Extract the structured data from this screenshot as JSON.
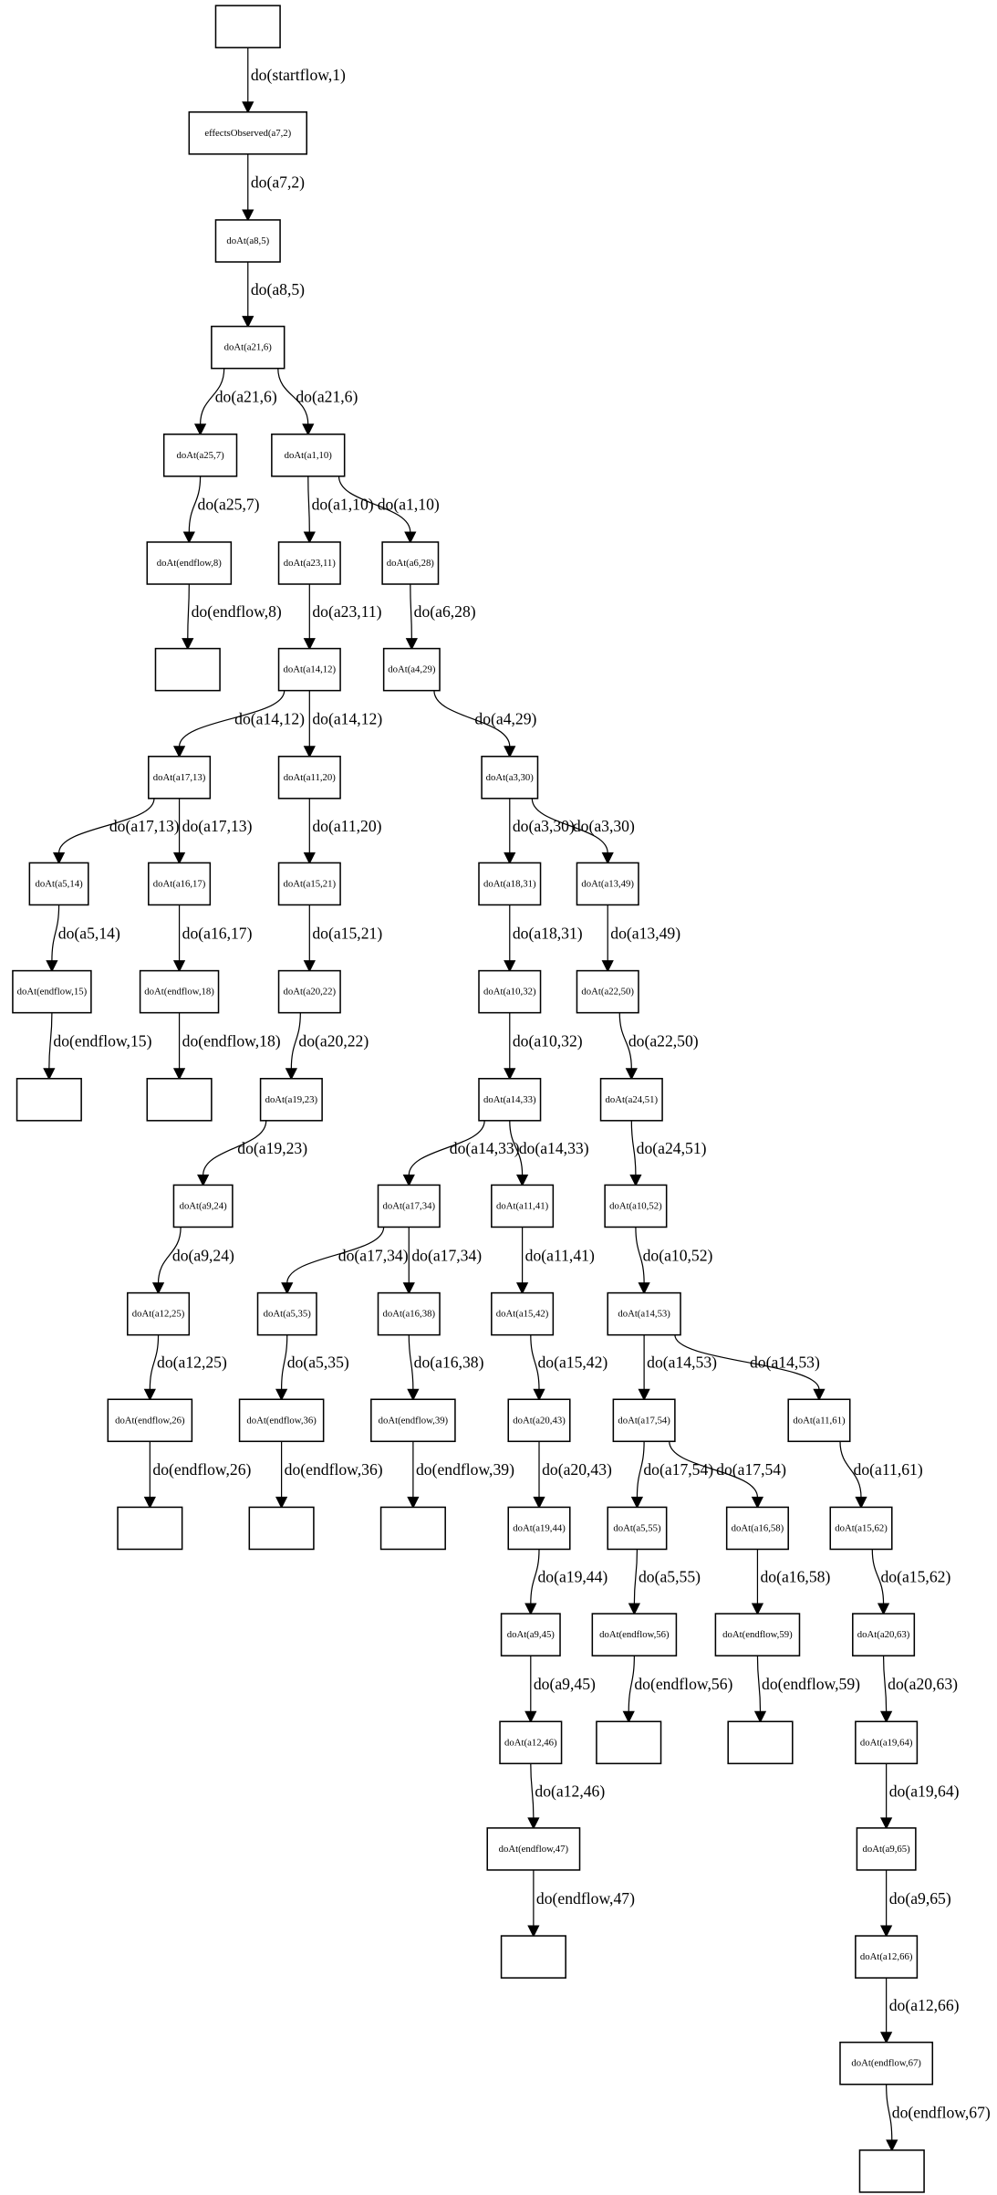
{
  "graph": {
    "nodes": [
      {
        "id": "n0",
        "label": ""
      },
      {
        "id": "n1",
        "label": "effectsObserved(a7,2)"
      },
      {
        "id": "n2",
        "label": "doAt(a8,5)"
      },
      {
        "id": "n3",
        "label": "doAt(a21,6)"
      },
      {
        "id": "n4",
        "label": "doAt(a25,7)"
      },
      {
        "id": "n5",
        "label": "doAt(a1,10)"
      },
      {
        "id": "n6",
        "label": "doAt(endflow,8)"
      },
      {
        "id": "n7",
        "label": "doAt(a23,11)"
      },
      {
        "id": "n8",
        "label": "doAt(a6,28)"
      },
      {
        "id": "n9",
        "label": ""
      },
      {
        "id": "n10",
        "label": "doAt(a14,12)"
      },
      {
        "id": "n11",
        "label": "doAt(a4,29)"
      },
      {
        "id": "n12",
        "label": "doAt(a17,13)"
      },
      {
        "id": "n13",
        "label": "doAt(a11,20)"
      },
      {
        "id": "n14",
        "label": "doAt(a3,30)"
      },
      {
        "id": "n15",
        "label": "doAt(a5,14)"
      },
      {
        "id": "n16",
        "label": "doAt(a16,17)"
      },
      {
        "id": "n17",
        "label": "doAt(a15,21)"
      },
      {
        "id": "n18",
        "label": "doAt(a18,31)"
      },
      {
        "id": "n19",
        "label": "doAt(a13,49)"
      },
      {
        "id": "n20",
        "label": "doAt(endflow,15)"
      },
      {
        "id": "n21",
        "label": "doAt(endflow,18)"
      },
      {
        "id": "n22",
        "label": "doAt(a20,22)"
      },
      {
        "id": "n23",
        "label": "doAt(a10,32)"
      },
      {
        "id": "n24",
        "label": "doAt(a22,50)"
      },
      {
        "id": "n25",
        "label": ""
      },
      {
        "id": "n26",
        "label": ""
      },
      {
        "id": "n27",
        "label": "doAt(a19,23)"
      },
      {
        "id": "n28",
        "label": "doAt(a14,33)"
      },
      {
        "id": "n29",
        "label": "doAt(a24,51)"
      },
      {
        "id": "n30",
        "label": "doAt(a9,24)"
      },
      {
        "id": "n31",
        "label": "doAt(a17,34)"
      },
      {
        "id": "n32",
        "label": "doAt(a11,41)"
      },
      {
        "id": "n33",
        "label": "doAt(a10,52)"
      },
      {
        "id": "n34",
        "label": "doAt(a12,25)"
      },
      {
        "id": "n35",
        "label": "doAt(a5,35)"
      },
      {
        "id": "n36",
        "label": "doAt(a16,38)"
      },
      {
        "id": "n37",
        "label": "doAt(a15,42)"
      },
      {
        "id": "n38",
        "label": "doAt(a14,53)"
      },
      {
        "id": "n39",
        "label": "doAt(endflow,26)"
      },
      {
        "id": "n40",
        "label": "doAt(endflow,36)"
      },
      {
        "id": "n41",
        "label": "doAt(endflow,39)"
      },
      {
        "id": "n42",
        "label": "doAt(a20,43)"
      },
      {
        "id": "n43",
        "label": "doAt(a17,54)"
      },
      {
        "id": "n44",
        "label": "doAt(a11,61)"
      },
      {
        "id": "n45",
        "label": ""
      },
      {
        "id": "n46",
        "label": ""
      },
      {
        "id": "n47",
        "label": ""
      },
      {
        "id": "n48",
        "label": "doAt(a19,44)"
      },
      {
        "id": "n49",
        "label": "doAt(a5,55)"
      },
      {
        "id": "n50",
        "label": "doAt(a16,58)"
      },
      {
        "id": "n51",
        "label": "doAt(a15,62)"
      },
      {
        "id": "n52",
        "label": "doAt(a9,45)"
      },
      {
        "id": "n53",
        "label": "doAt(endflow,56)"
      },
      {
        "id": "n54",
        "label": "doAt(endflow,59)"
      },
      {
        "id": "n55",
        "label": "doAt(a20,63)"
      },
      {
        "id": "n56",
        "label": "doAt(a12,46)"
      },
      {
        "id": "n57",
        "label": ""
      },
      {
        "id": "n58",
        "label": ""
      },
      {
        "id": "n59",
        "label": "doAt(a19,64)"
      },
      {
        "id": "n60",
        "label": "doAt(endflow,47)"
      },
      {
        "id": "n61",
        "label": "doAt(a9,65)"
      },
      {
        "id": "n62",
        "label": ""
      },
      {
        "id": "n63",
        "label": "doAt(a12,66)"
      },
      {
        "id": "n64",
        "label": "doAt(endflow,67)"
      },
      {
        "id": "n65",
        "label": ""
      }
    ],
    "edges": [
      {
        "from": "n0",
        "to": "n1",
        "label": "do(startflow,1)"
      },
      {
        "from": "n1",
        "to": "n2",
        "label": "do(a7,2)"
      },
      {
        "from": "n2",
        "to": "n3",
        "label": "do(a8,5)"
      },
      {
        "from": "n3",
        "to": "n4",
        "label": "do(a21,6)"
      },
      {
        "from": "n3",
        "to": "n5",
        "label": "do(a21,6)"
      },
      {
        "from": "n4",
        "to": "n6",
        "label": "do(a25,7)"
      },
      {
        "from": "n5",
        "to": "n7",
        "label": "do(a1,10)"
      },
      {
        "from": "n5",
        "to": "n8",
        "label": "do(a1,10)"
      },
      {
        "from": "n6",
        "to": "n9",
        "label": "do(endflow,8)"
      },
      {
        "from": "n7",
        "to": "n10",
        "label": "do(a23,11)"
      },
      {
        "from": "n8",
        "to": "n11",
        "label": "do(a6,28)"
      },
      {
        "from": "n10",
        "to": "n12",
        "label": "do(a14,12)"
      },
      {
        "from": "n10",
        "to": "n13",
        "label": "do(a14,12)"
      },
      {
        "from": "n11",
        "to": "n14",
        "label": "do(a4,29)"
      },
      {
        "from": "n12",
        "to": "n15",
        "label": "do(a17,13)"
      },
      {
        "from": "n12",
        "to": "n16",
        "label": "do(a17,13)"
      },
      {
        "from": "n13",
        "to": "n17",
        "label": "do(a11,20)"
      },
      {
        "from": "n14",
        "to": "n18",
        "label": "do(a3,30)"
      },
      {
        "from": "n14",
        "to": "n19",
        "label": "do(a3,30)"
      },
      {
        "from": "n15",
        "to": "n20",
        "label": "do(a5,14)"
      },
      {
        "from": "n16",
        "to": "n21",
        "label": "do(a16,17)"
      },
      {
        "from": "n17",
        "to": "n22",
        "label": "do(a15,21)"
      },
      {
        "from": "n18",
        "to": "n23",
        "label": "do(a18,31)"
      },
      {
        "from": "n19",
        "to": "n24",
        "label": "do(a13,49)"
      },
      {
        "from": "n20",
        "to": "n25",
        "label": "do(endflow,15)"
      },
      {
        "from": "n21",
        "to": "n26",
        "label": "do(endflow,18)"
      },
      {
        "from": "n22",
        "to": "n27",
        "label": "do(a20,22)"
      },
      {
        "from": "n23",
        "to": "n28",
        "label": "do(a10,32)"
      },
      {
        "from": "n24",
        "to": "n29",
        "label": "do(a22,50)"
      },
      {
        "from": "n27",
        "to": "n30",
        "label": "do(a19,23)"
      },
      {
        "from": "n28",
        "to": "n31",
        "label": "do(a14,33)"
      },
      {
        "from": "n28",
        "to": "n32",
        "label": "do(a14,33)"
      },
      {
        "from": "n29",
        "to": "n33",
        "label": "do(a24,51)"
      },
      {
        "from": "n30",
        "to": "n34",
        "label": "do(a9,24)"
      },
      {
        "from": "n31",
        "to": "n35",
        "label": "do(a17,34)"
      },
      {
        "from": "n31",
        "to": "n36",
        "label": "do(a17,34)"
      },
      {
        "from": "n32",
        "to": "n37",
        "label": "do(a11,41)"
      },
      {
        "from": "n33",
        "to": "n38",
        "label": "do(a10,52)"
      },
      {
        "from": "n34",
        "to": "n39",
        "label": "do(a12,25)"
      },
      {
        "from": "n35",
        "to": "n40",
        "label": "do(a5,35)"
      },
      {
        "from": "n36",
        "to": "n41",
        "label": "do(a16,38)"
      },
      {
        "from": "n37",
        "to": "n42",
        "label": "do(a15,42)"
      },
      {
        "from": "n38",
        "to": "n43",
        "label": "do(a14,53)"
      },
      {
        "from": "n38",
        "to": "n44",
        "label": "do(a14,53)"
      },
      {
        "from": "n39",
        "to": "n45",
        "label": "do(endflow,26)"
      },
      {
        "from": "n40",
        "to": "n46",
        "label": "do(endflow,36)"
      },
      {
        "from": "n41",
        "to": "n47",
        "label": "do(endflow,39)"
      },
      {
        "from": "n42",
        "to": "n48",
        "label": "do(a20,43)"
      },
      {
        "from": "n43",
        "to": "n49",
        "label": "do(a17,54)"
      },
      {
        "from": "n43",
        "to": "n50",
        "label": "do(a17,54)"
      },
      {
        "from": "n44",
        "to": "n51",
        "label": "do(a11,61)"
      },
      {
        "from": "n48",
        "to": "n52",
        "label": "do(a19,44)"
      },
      {
        "from": "n49",
        "to": "n53",
        "label": "do(a5,55)"
      },
      {
        "from": "n50",
        "to": "n54",
        "label": "do(a16,58)"
      },
      {
        "from": "n51",
        "to": "n55",
        "label": "do(a15,62)"
      },
      {
        "from": "n52",
        "to": "n56",
        "label": "do(a9,45)"
      },
      {
        "from": "n53",
        "to": "n57",
        "label": "do(endflow,56)"
      },
      {
        "from": "n54",
        "to": "n58",
        "label": "do(endflow,59)"
      },
      {
        "from": "n55",
        "to": "n59",
        "label": "do(a20,63)"
      },
      {
        "from": "n56",
        "to": "n60",
        "label": "do(a12,46)"
      },
      {
        "from": "n59",
        "to": "n61",
        "label": "do(a19,64)"
      },
      {
        "from": "n60",
        "to": "n62",
        "label": "do(endflow,47)"
      },
      {
        "from": "n61",
        "to": "n63",
        "label": "do(a9,65)"
      },
      {
        "from": "n63",
        "to": "n64",
        "label": "do(a12,66)"
      },
      {
        "from": "n64",
        "to": "n65",
        "label": "do(endflow,67)"
      }
    ]
  }
}
